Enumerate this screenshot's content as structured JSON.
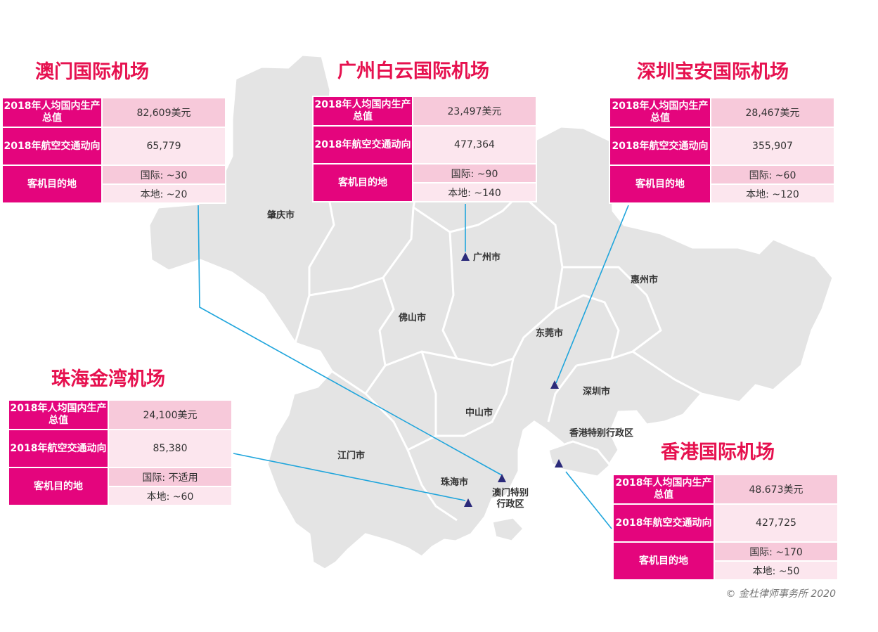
{
  "colors": {
    "title": "#e6114f",
    "label_bg": "#e4057d",
    "value_bg": "#f7c9da",
    "value_bg_light": "#fce6ee",
    "connector": "#1fa5dc",
    "marker": "#2b2a7a",
    "land": "#e4e4e4",
    "border": "#ffffff"
  },
  "labels": {
    "gdp": "2018年人均国内生产总值",
    "traffic": "2018年航空交通动向",
    "destinations": "客机目的地"
  },
  "airports": {
    "macau": {
      "name": "澳门国际机场",
      "gdp": "82,609美元",
      "traffic": "65,779",
      "intl": "国际: ~30",
      "local": "本地: ~20"
    },
    "guangzhou": {
      "name": "广州白云国际机场",
      "gdp": "23,497美元",
      "traffic": "477,364",
      "intl": "国际: ~90",
      "local": "本地: ~140"
    },
    "shenzhen": {
      "name": "深圳宝安国际机场",
      "gdp": "28,467美元",
      "traffic": "355,907",
      "intl": "国际: ~60",
      "local": "本地: ~120"
    },
    "zhuhai": {
      "name": "珠海金湾机场",
      "gdp": "24,100美元",
      "traffic": "85,380",
      "intl": "国际: 不适用",
      "local": "本地: ~60"
    },
    "hongkong": {
      "name": "香港国际机场",
      "gdp": "48.673美元",
      "traffic": "427,725",
      "intl": "国际: ~170",
      "local": "本地: ~50"
    }
  },
  "cities": {
    "zhaoqing": "肇庆市",
    "guangzhou": "广州市",
    "huizhou": "惠州市",
    "foshan": "佛山市",
    "dongguan": "东莞市",
    "shenzhen": "深圳市",
    "zhongshan": "中山市",
    "hongkong": "香港特别行政区",
    "jiangmen": "江门市",
    "zhuhai": "珠海市",
    "macau": "澳门特别行政区"
  },
  "credit": "© 金杜律师事务所 2020"
}
